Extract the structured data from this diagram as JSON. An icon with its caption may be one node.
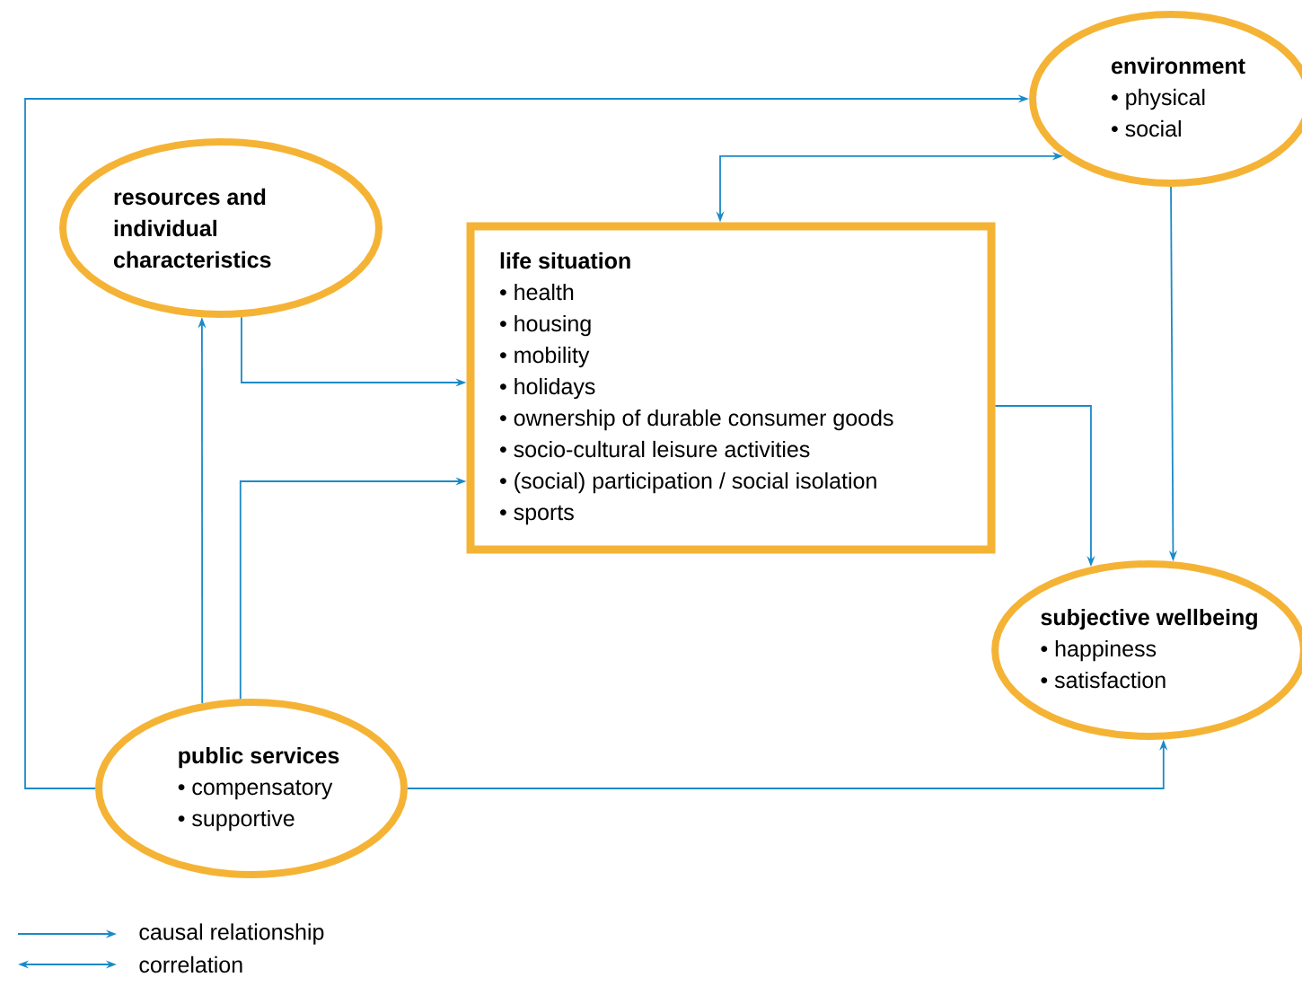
{
  "diagram": {
    "nodes": [
      {
        "text": [
          "environment",
          "• physical",
          "• social"
        ]
      },
      {
        "text": [
          "resources and individual characteristics"
        ]
      },
      {
        "text": [
          "life situation",
          "• health",
          "• housing",
          "• mobility",
          "• holidays",
          "• ownership of durable consumer goods",
          "• socio-cultural leisure activities",
          "• (social) participation / social isolation",
          "• sports"
        ]
      },
      {
        "text": [
          "subjective wellbeing",
          "• happiness",
          "• satisfaction"
        ]
      },
      {
        "text": [
          "public services",
          "• compensatory",
          "• supportive"
        ]
      }
    ],
    "edges": [
      {
        "from": 4,
        "to": 0,
        "arrow": "to"
      },
      {
        "from": 2,
        "to": 0,
        "arrow": "both"
      },
      {
        "from": 4,
        "to": 1,
        "arrow": "to"
      },
      {
        "from": 1,
        "to": 2,
        "arrow": "to"
      },
      {
        "from": 4,
        "to": 2,
        "arrow": "to"
      },
      {
        "from": 2,
        "to": 3,
        "arrow": "to"
      },
      {
        "from": 0,
        "to": 3,
        "arrow": "to"
      },
      {
        "from": 4,
        "to": 3,
        "arrow": "to"
      }
    ],
    "legend": [
      {
        "text": "causal relationship"
      },
      {
        "text": "correlation"
      }
    ]
  }
}
